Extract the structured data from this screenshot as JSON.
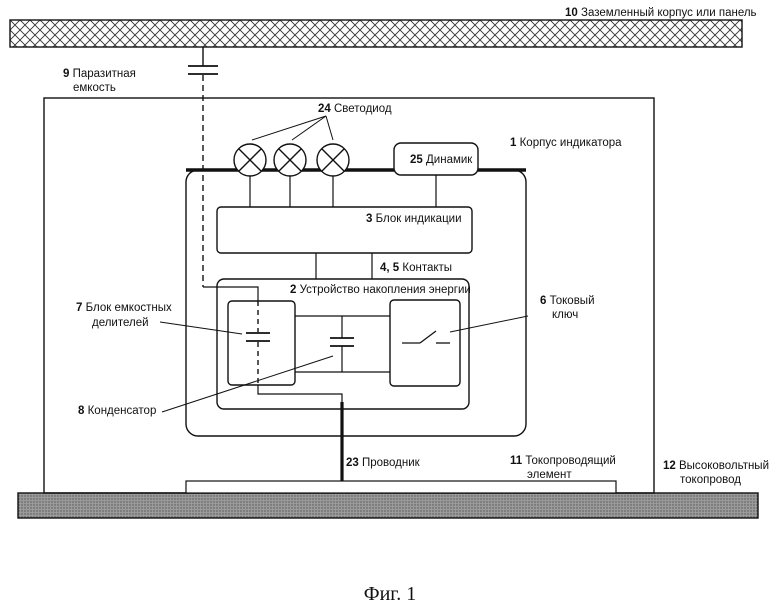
{
  "labels": {
    "l10": {
      "num": "10",
      "text": "Заземленный корпус или панель"
    },
    "l9a": {
      "num": "9",
      "text": "Паразитная"
    },
    "l9b": "емкость",
    "l24": {
      "num": "24",
      "text": "Светодиод"
    },
    "l1": {
      "num": "1",
      "text": "Корпус индикатора"
    },
    "l25": {
      "num": "25",
      "text": "Динамик"
    },
    "l3": {
      "num": "3",
      "text": "Блок индикации"
    },
    "l45": {
      "num": "4, 5",
      "text": "Контакты"
    },
    "l2": {
      "num": "2",
      "text": "Устройство накопления энергии"
    },
    "l7a": {
      "num": "7",
      "text": "Блок емкостных"
    },
    "l7b": "делителей",
    "l6a": {
      "num": "6",
      "text": "Токовый"
    },
    "l6b": "ключ",
    "l8": {
      "num": "8",
      "text": "Конденсатор"
    },
    "l23": {
      "num": "23",
      "text": "Проводник"
    },
    "l11a": {
      "num": "11",
      "text": "Токопроводящий"
    },
    "l11b": "элемент",
    "l12a": {
      "num": "12",
      "text": "Высоковольтный"
    },
    "l12b": "токопровод"
  },
  "caption": "Фиг. 1"
}
